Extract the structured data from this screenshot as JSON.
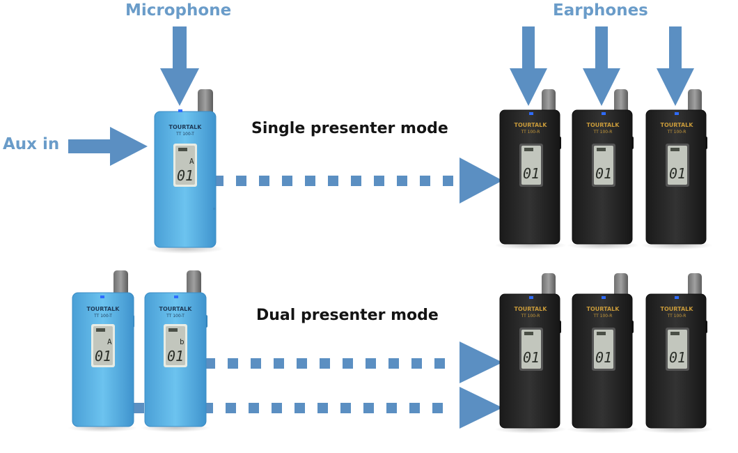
{
  "labels": {
    "microphone": "Microphone",
    "earphones": "Earphones",
    "aux_in": "Aux in",
    "single_mode": "Single presenter mode",
    "dual_mode": "Dual presenter mode"
  },
  "colors": {
    "arrow": "#5b8fc2",
    "label_blue": "#6a9cc9",
    "transmitter_body": "#5cb4e6",
    "receiver_body": "#2b2b2b",
    "lcd": "#c2c6bd",
    "led": "#2f6cff",
    "mode_text": "#141414"
  },
  "transmitters": [
    {
      "brand": "TOURTALK",
      "model": "TT 100-T",
      "lcd_letter": "A",
      "lcd_channel": "01"
    },
    {
      "brand": "TOURTALK",
      "model": "TT 100-T",
      "lcd_letter": "A",
      "lcd_channel": "01"
    },
    {
      "brand": "TOURTALK",
      "model": "TT 100-T",
      "lcd_letter": "b",
      "lcd_channel": "01"
    }
  ],
  "receivers": [
    {
      "brand": "TOURTALK",
      "model": "TT 100-R",
      "lcd_channel": "01"
    },
    {
      "brand": "TOURTALK",
      "model": "TT 100-R",
      "lcd_channel": "01"
    },
    {
      "brand": "TOURTALK",
      "model": "TT 100-R",
      "lcd_channel": "01"
    },
    {
      "brand": "TOURTALK",
      "model": "TT 100-R",
      "lcd_channel": "01"
    },
    {
      "brand": "TOURTALK",
      "model": "TT 100-R",
      "lcd_channel": "01"
    },
    {
      "brand": "TOURTALK",
      "model": "TT 100-R",
      "lcd_channel": "01"
    }
  ]
}
